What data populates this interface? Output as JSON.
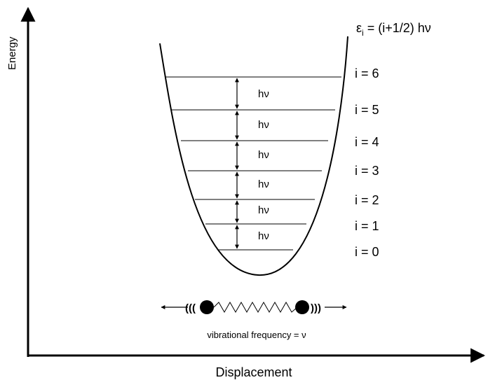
{
  "axes": {
    "y_label": "Energy",
    "x_label": "Displacement"
  },
  "formula": {
    "prefix": "ε",
    "subscript": "i",
    "suffix": " = (i+1/2) hν"
  },
  "levels": [
    {
      "label": "i = 6"
    },
    {
      "label": "i = 5"
    },
    {
      "label": "i = 4"
    },
    {
      "label": "i = 3"
    },
    {
      "label": "i = 2"
    },
    {
      "label": "i = 1"
    },
    {
      "label": "i = 0"
    }
  ],
  "spacing_label": "hν",
  "molecule": {
    "left_waves": "(((",
    "right_waves": ")))",
    "caption": "vibrational frequency = ν"
  },
  "colors": {
    "ink": "#000000",
    "background": "#ffffff"
  }
}
